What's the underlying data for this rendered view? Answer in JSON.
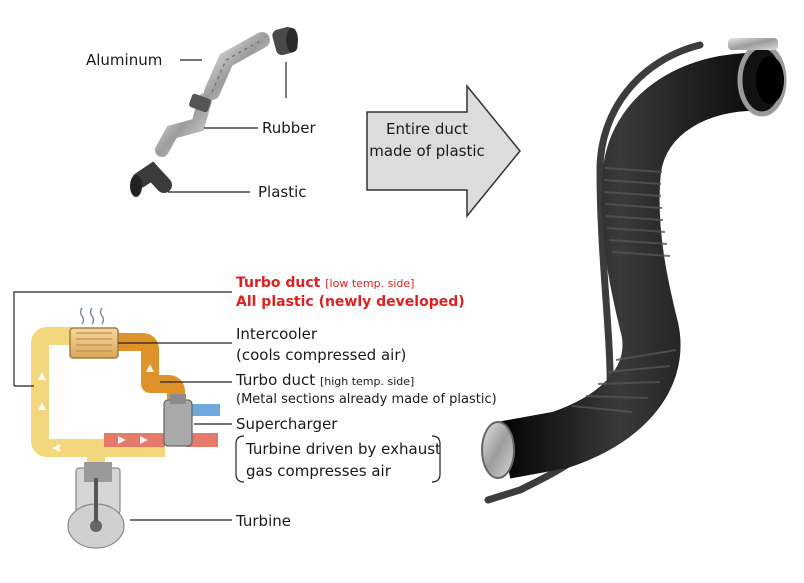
{
  "top_parts": {
    "aluminum": "Aluminum",
    "rubber": "Rubber",
    "plastic": "Plastic"
  },
  "arrow": {
    "line1": "Entire duct",
    "line2": "made of plastic"
  },
  "labels": {
    "turbo_low_main": "Turbo duct ",
    "turbo_low_small": "[low temp. side]",
    "all_plastic": "All plastic (newly developed)",
    "intercooler": "Intercooler",
    "intercooler_desc": "(cools compressed air)",
    "turbo_high_main": "Turbo duct ",
    "turbo_high_small": "[high temp. side]",
    "turbo_high_desc": "(Metal sections already made of plastic)",
    "supercharger": "Supercharger",
    "supercharger_desc1": "Turbine driven by exhaust",
    "supercharger_desc2": "gas compresses air",
    "turbine": "Turbine"
  },
  "colors": {
    "accent_red": "#e02020",
    "hot_orange": "#e0922a",
    "cool_yellow": "#f2d77e",
    "exhaust_red": "#e47a6a",
    "intake_blue": "#6fa8dc",
    "duct_black": "#1e1e1e",
    "arrow_grey": "#dcdcdc"
  }
}
